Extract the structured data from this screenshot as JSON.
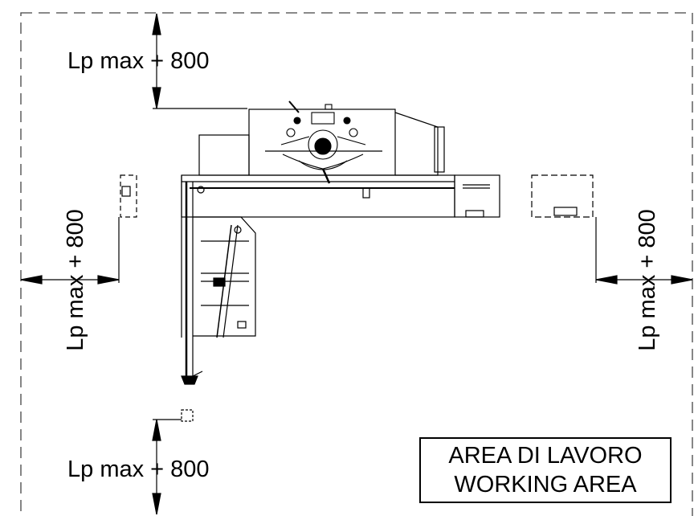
{
  "dimensions": {
    "top": "Lp max + 800",
    "bottom": "Lp max + 800",
    "left": "Lp max + 800",
    "right": "Lp max + 800"
  },
  "area_label": {
    "line1": "AREA DI LAVORO",
    "line2": "WORKING AREA"
  }
}
